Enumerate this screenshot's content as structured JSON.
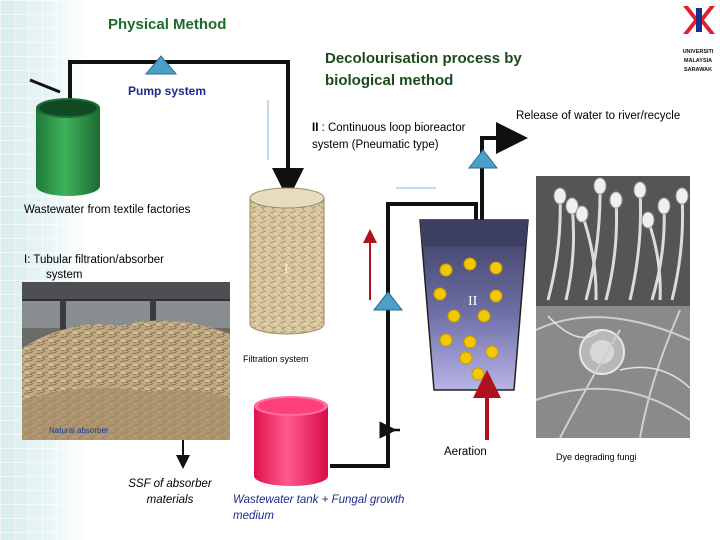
{
  "titles": {
    "physical": "Physical Method",
    "biological": "Decolourisation process by biological method"
  },
  "labels": {
    "pump_system": "Pump system",
    "loop_prefix": "II",
    "loop_text": ": Continuous loop bioreactor system (Pneumatic type)",
    "release": "Release of water to river/recycle",
    "wastewater_source": "Wastewater from textile factories",
    "tubular_prefix": "I",
    "tubular_text": ": Tubular filtration/absorber",
    "tubular_suffix": "system",
    "filtration_system": "Filtration system",
    "natural_absorber": "Natural absorber",
    "aeration": "Aeration",
    "fungi": "Dye degrading fungi",
    "ssf": "SSF of absorber materials",
    "tank": "Wastewater tank + Fungal growth medium",
    "roman_one": "I",
    "roman_two": "II"
  },
  "logo": {
    "line1": "UNIVERSITI",
    "line2": "MALAYSIA",
    "line3": "SARAWAK"
  },
  "colors": {
    "pipe": "#111111",
    "pump_triangle": "#4aa0c8",
    "wastewater_tank": "#2e9a4a",
    "filter_column": "#d9c9a3",
    "collection_tank": "#ff2a6e",
    "bioreactor": "#4a4e72",
    "fungi_spores": "#f2c800",
    "aeration_arrow": "#b0111c",
    "logo_red": "#e0202a",
    "logo_blue": "#1a2f8a"
  }
}
